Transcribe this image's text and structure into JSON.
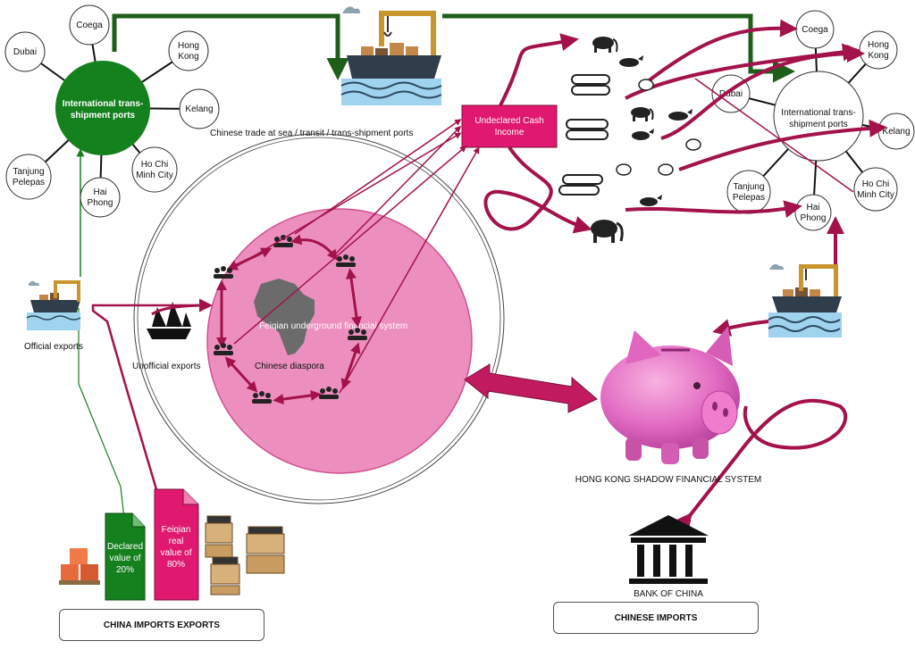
{
  "colors": {
    "green": "#14801e",
    "dark_green": "#1f5e1a",
    "magenta": "#e0186f",
    "maroon": "#a3124b",
    "pink_fill": "#ec8fbe"
  },
  "left_hub": {
    "title_line1": "International trans-",
    "title_line2": "shipment ports",
    "ports": [
      {
        "line1": "Dubai",
        "line2": ""
      },
      {
        "line1": "Coega",
        "line2": ""
      },
      {
        "line1": "Hong",
        "line2": "Kong"
      },
      {
        "line1": "Kelang",
        "line2": ""
      },
      {
        "line1": "Ho Chi",
        "line2": "Minh City"
      },
      {
        "line1": "Hai",
        "line2": "Phong"
      },
      {
        "line1": "Tanjung",
        "line2": "Pelepas"
      }
    ]
  },
  "right_hub": {
    "title_line1": "International trans-",
    "title_line2": "shipment ports",
    "ports": [
      {
        "line1": "Coega",
        "line2": ""
      },
      {
        "line1": "Hong",
        "line2": "Kong"
      },
      {
        "line1": "Dubai",
        "line2": ""
      },
      {
        "line1": "Kelang",
        "line2": ""
      },
      {
        "line1": "Ho Chi",
        "line2": "Minh City"
      },
      {
        "line1": "Hai",
        "line2": "Phong"
      },
      {
        "line1": "Tanjung",
        "line2": "Pelepas"
      }
    ]
  },
  "labels": {
    "sea_trade": "Chinese trade at sea / transit / trans-shipment ports",
    "undeclared_line1": "Undeclared Cash",
    "undeclared_line2": "Income",
    "official_exports": "Official exports",
    "unofficial_exports": "Unofficial exports",
    "feiqian": "Feiqian underground financial system",
    "diaspora": "Chinese diaspora",
    "hk_shadow": "HONG KONG SHADOW FINANCIAL SYSTEM",
    "bank_of_china": "BANK OF CHINA",
    "china_imports_exports": "CHINA IMPORTS EXPORTS",
    "chinese_imports": "CHINESE IMPORTS"
  },
  "docs": {
    "declared": [
      "Declared",
      "value of",
      "20%"
    ],
    "feiqian_real": [
      "Feiqian",
      "real",
      "value of",
      "80%"
    ]
  },
  "icons": {
    "ship": "cargo-ship-icon",
    "crane": "crane-icon",
    "junk": "junk-boat-icon",
    "people": "people-group-icon",
    "elephant": "elephant-icon",
    "rhino": "rhino-icon",
    "logs": "timber-logs-icon",
    "turtle": "turtle-icon",
    "crates": "crates-icon",
    "bank": "bank-icon",
    "piggy": "piggy-bank-icon",
    "africa": "africa-map-icon"
  }
}
